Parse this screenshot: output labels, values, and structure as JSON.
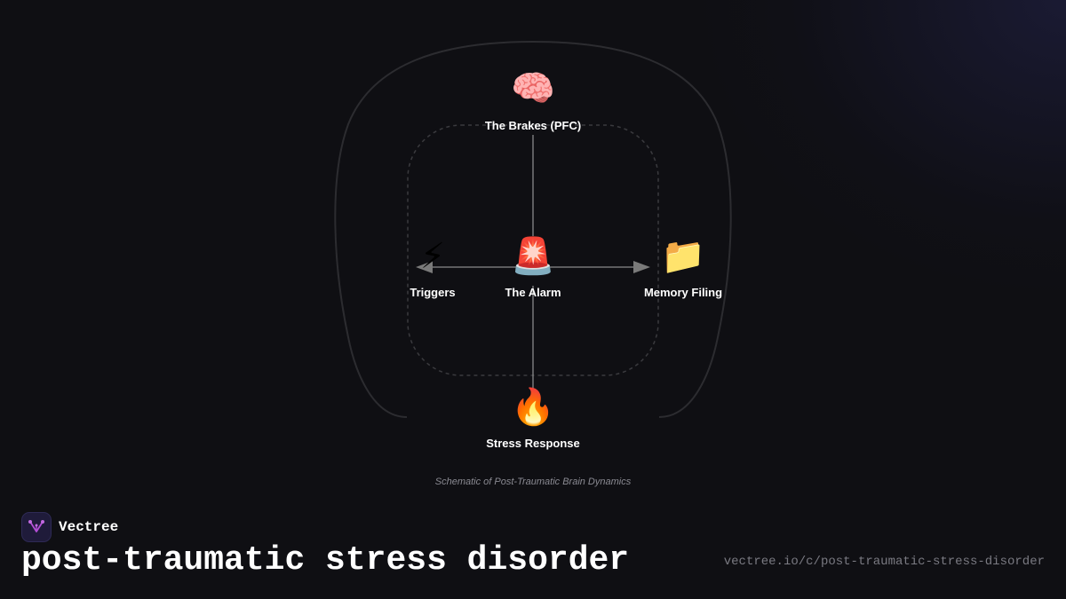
{
  "diagram": {
    "caption": "Schematic of Post-Traumatic Brain Dynamics",
    "nodes": {
      "brakes": {
        "label": "The Brakes (PFC)",
        "emoji": "🧠",
        "icon": "brain-icon"
      },
      "triggers": {
        "label": "Triggers",
        "emoji": "⚡",
        "icon": "lightning-icon"
      },
      "alarm": {
        "label": "The Alarm",
        "emoji": "🚨",
        "icon": "siren-icon"
      },
      "memory": {
        "label": "Memory Filing",
        "emoji": "📁",
        "icon": "folder-icon"
      },
      "stress": {
        "label": "Stress Response",
        "emoji": "🔥",
        "icon": "fire-icon"
      }
    },
    "edges": [
      {
        "from": "brakes",
        "to": "alarm"
      },
      {
        "from": "alarm",
        "to": "triggers"
      },
      {
        "from": "alarm",
        "to": "memory"
      },
      {
        "from": "alarm",
        "to": "stress"
      }
    ]
  },
  "brand": {
    "name": "Vectree",
    "logo_color": "#b44fd6"
  },
  "page": {
    "title": "post-traumatic stress disorder",
    "url": "vectree.io/c/post-traumatic-stress-disorder"
  }
}
